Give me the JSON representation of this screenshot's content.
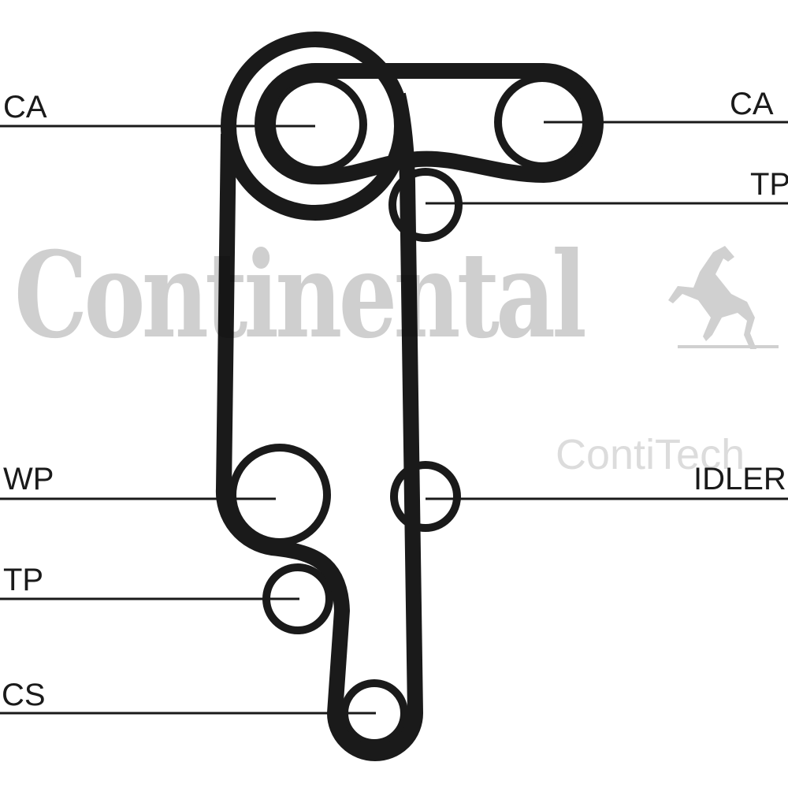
{
  "watermark": {
    "brand": "Continental",
    "sub_brand": "ContiTech"
  },
  "labels": {
    "ca_left": "CA",
    "ca_right": "CA",
    "tp_top": "TP",
    "wp": "WP",
    "idler": "IDLER",
    "tp_bottom": "TP",
    "cs": "CS"
  },
  "colors": {
    "belt": "#1a1a1a",
    "watermark": "#cfcfcf"
  }
}
